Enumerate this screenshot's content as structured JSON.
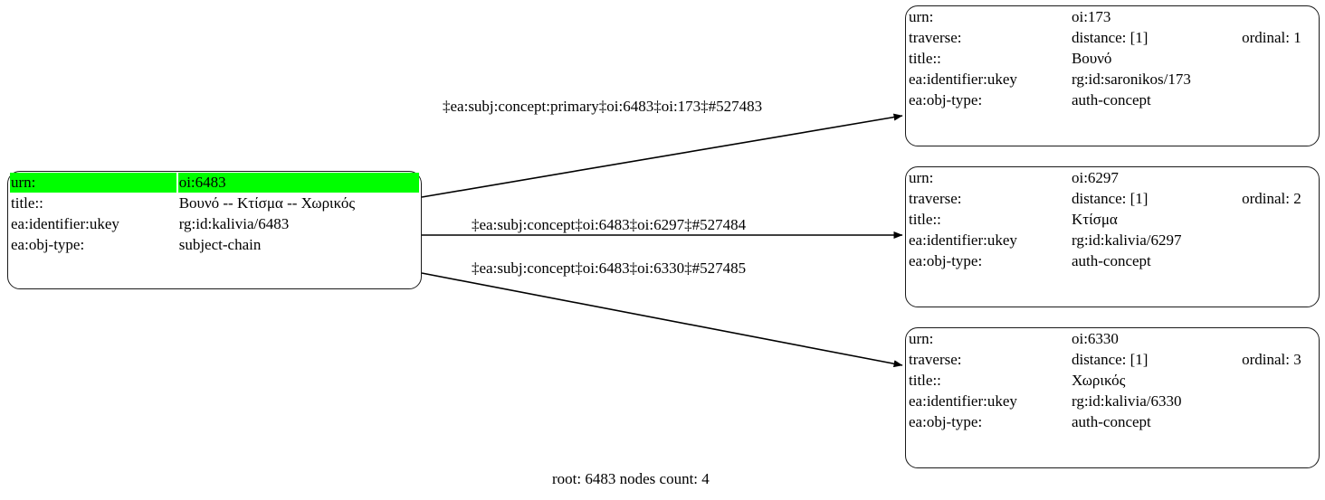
{
  "graph": {
    "caption": "root: 6483 nodes count: 4",
    "highlight_color": "#00ff00",
    "edge_color": "#000000",
    "node_border_color": "#1a1a1a",
    "node_fill_color": "#ffffff"
  },
  "root_node": {
    "id": "oi:6483",
    "rows": [
      {
        "key": "urn:",
        "value": "oi:6483",
        "highlight": true
      },
      {
        "key": "title::",
        "value": "Βουνό -- Κτίσμα -- Χωρικός",
        "highlight": false
      },
      {
        "key": "ea:identifier:ukey",
        "value": "rg:id:kalivia/6483",
        "highlight": false
      },
      {
        "key": "ea:obj-type:",
        "value": "subject-chain",
        "highlight": false
      }
    ]
  },
  "target_nodes": [
    {
      "id": "oi:173",
      "urn_key": "urn:",
      "urn_value": "oi:173",
      "traverse_key": "traverse:",
      "traverse_distance": "distance: [1]",
      "traverse_ordinal": "ordinal: 1",
      "title_key": "title::",
      "title_value": "Βουνό",
      "ukey_key": "ea:identifier:ukey",
      "ukey_value": "rg:id:saronikos/173",
      "objtype_key": "ea:obj-type:",
      "objtype_value": "auth-concept"
    },
    {
      "id": "oi:6297",
      "urn_key": "urn:",
      "urn_value": "oi:6297",
      "traverse_key": "traverse:",
      "traverse_distance": "distance: [1]",
      "traverse_ordinal": "ordinal: 2",
      "title_key": "title::",
      "title_value": "Κτίσμα",
      "ukey_key": "ea:identifier:ukey",
      "ukey_value": "rg:id:kalivia/6297",
      "objtype_key": "ea:obj-type:",
      "objtype_value": "auth-concept"
    },
    {
      "id": "oi:6330",
      "urn_key": "urn:",
      "urn_value": "oi:6330",
      "traverse_key": "traverse:",
      "traverse_distance": "distance: [1]",
      "traverse_ordinal": "ordinal: 3",
      "title_key": "title::",
      "title_value": "Χωρικός",
      "ukey_key": "ea:identifier:ukey",
      "ukey_value": "rg:id:kalivia/6330",
      "objtype_key": "ea:obj-type:",
      "objtype_value": "auth-concept"
    }
  ],
  "edges": [
    {
      "label": "‡ea:subj:concept:primary‡oi:6483‡oi:173‡#527483"
    },
    {
      "label": "‡ea:subj:concept‡oi:6483‡oi:6297‡#527484"
    },
    {
      "label": "‡ea:subj:concept‡oi:6483‡oi:6330‡#527485"
    }
  ]
}
